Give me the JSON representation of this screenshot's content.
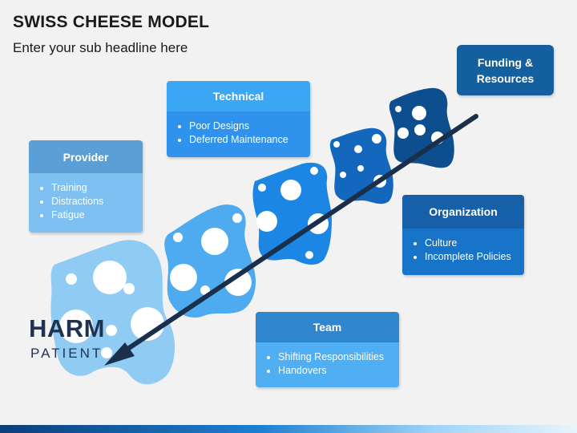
{
  "header": {
    "title": "SWISS CHEESE MODEL",
    "subtitle": "Enter your sub headline here"
  },
  "boxes": {
    "provider": {
      "title": "Provider",
      "items": [
        "Training",
        "Distractions",
        "Fatigue"
      ],
      "header_color": "#5a9fd6",
      "body_color": "#7ec0f1"
    },
    "technical": {
      "title": "Technical",
      "items": [
        "Poor Designs",
        "Deferred Maintenance"
      ],
      "header_color": "#3ba6f4",
      "body_color": "#2f93ee"
    },
    "funding": {
      "title_line1": "Funding &",
      "title_line2": "Resources",
      "color": "#14609f"
    },
    "organization": {
      "title": "Organization",
      "items": [
        "Culture",
        "Incomplete Policies"
      ],
      "header_color": "#1560a8",
      "body_color": "#1874c8"
    },
    "team": {
      "title": "Team",
      "items": [
        "Shifting Responsibilities",
        "Handovers"
      ],
      "header_color": "#2f86cf",
      "body_color": "#50aef2"
    }
  },
  "outcome": {
    "harm": "HARM",
    "patient": "PATIENT"
  },
  "colors": {
    "slice1": "#8fcbf3",
    "slice2": "#4fabef",
    "slice3": "#1b86e3",
    "slice4": "#1367bd",
    "slice5": "#0d4e8f",
    "arrow": "#1a2f4a"
  }
}
